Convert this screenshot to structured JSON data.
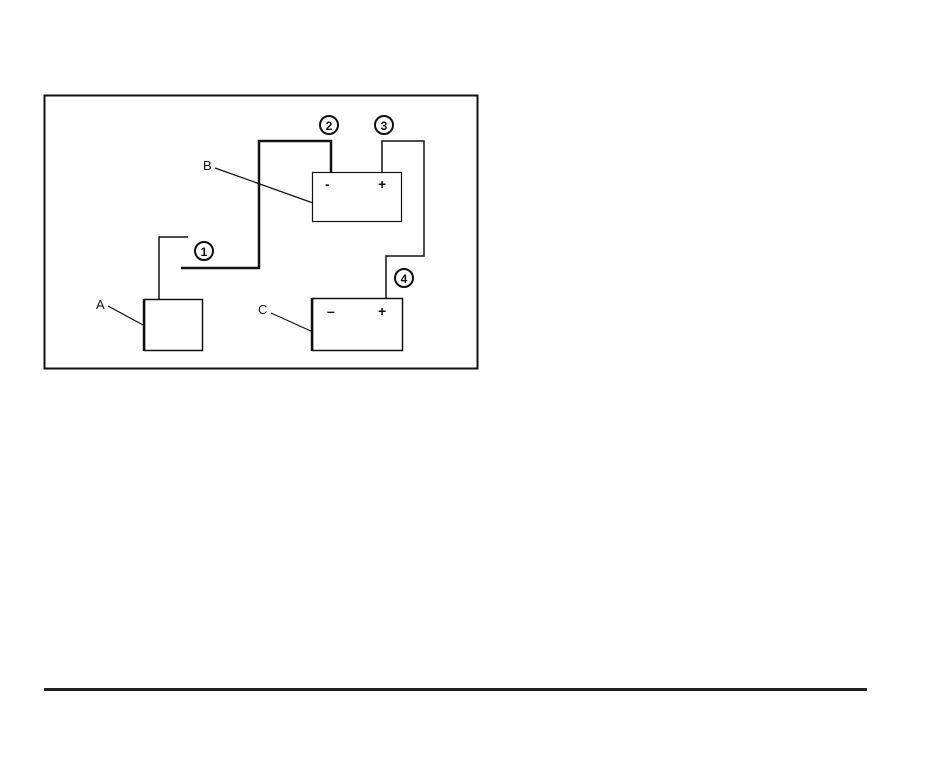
{
  "diagram": {
    "components": {
      "A": {
        "label": "A"
      },
      "B": {
        "label": "B",
        "neg": "-",
        "pos": "+"
      },
      "C": {
        "label": "C",
        "neg": "–",
        "pos": "+"
      }
    },
    "callouts": [
      "1",
      "2",
      "3",
      "4"
    ]
  },
  "colors": {
    "line": "#111111",
    "background": "#ffffff"
  }
}
